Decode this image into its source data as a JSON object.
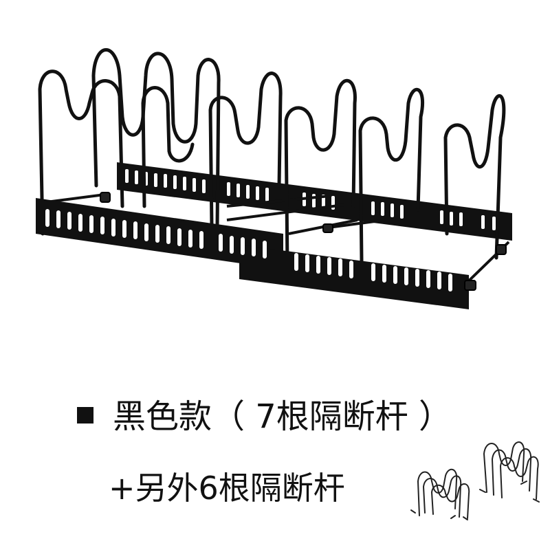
{
  "caption": {
    "variant_label": "黑色款（ 7根隔断杆 ）",
    "extra_label": "+另外6根隔断杆"
  },
  "colors": {
    "background": "#ffffff",
    "text": "#111111",
    "rack_metal": "#111111",
    "divider_wire": "#222222"
  },
  "icons": {
    "bullet": "black-square-bullet",
    "product": "pot-lid-rack-photo",
    "extras": "divider-rods-illustration"
  }
}
